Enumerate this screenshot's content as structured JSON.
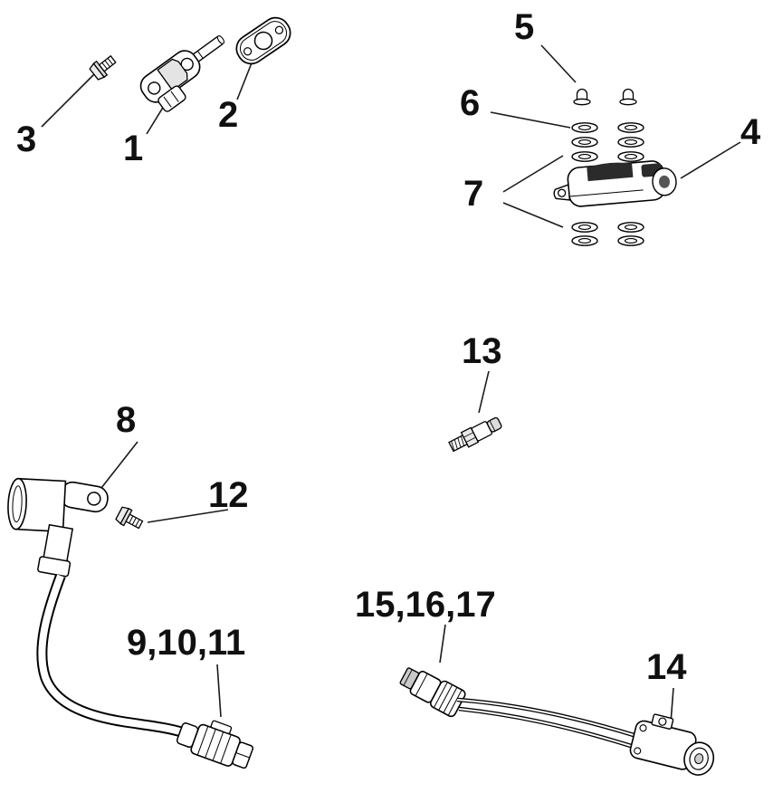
{
  "page": {
    "background": "#ffffff",
    "line_color": "#1a1a1a"
  },
  "callouts": [
    {
      "label": "1"
    },
    {
      "label": "2"
    },
    {
      "label": "3"
    },
    {
      "label": "4"
    },
    {
      "label": "5"
    },
    {
      "label": "6"
    },
    {
      "label": "7"
    },
    {
      "label": "8"
    },
    {
      "label": "9,10,11"
    },
    {
      "label": "12"
    },
    {
      "label": "13"
    },
    {
      "label": "14"
    },
    {
      "label": "15,16,17"
    }
  ]
}
